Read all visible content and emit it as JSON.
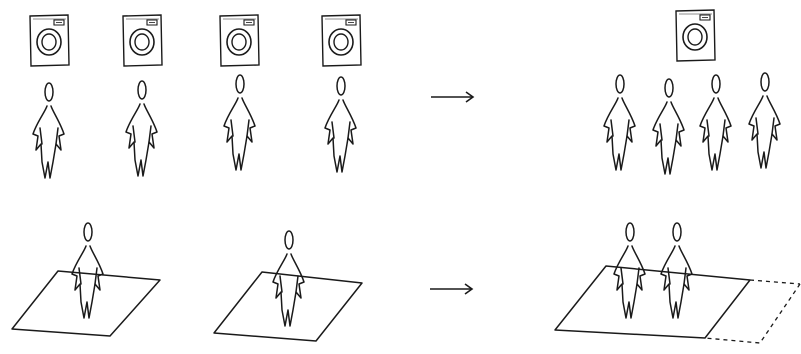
{
  "diagram": {
    "description_free": true,
    "rows": [
      {
        "left": {
          "washing_machines": 4,
          "people": 4
        },
        "arrow": "right-arrow-icon",
        "right": {
          "washing_machines": 1,
          "people": 4
        }
      },
      {
        "left": {
          "floor_areas": 2,
          "people_per_area": 1
        },
        "arrow": "right-arrow-icon",
        "right": {
          "floor_areas": 1,
          "people": 2,
          "saved_area": "dashed"
        }
      }
    ],
    "colors": {
      "ink": "#1a1a1a",
      "background": "#ffffff"
    }
  }
}
